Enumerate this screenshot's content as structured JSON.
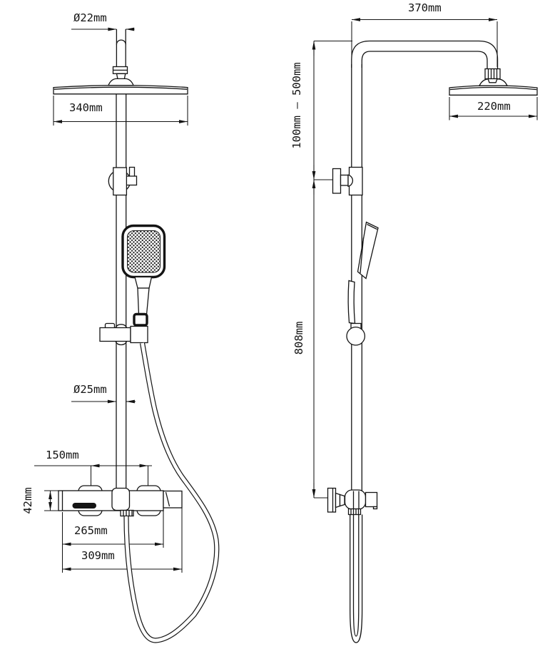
{
  "front_view": {
    "pipe_diameter": "Ø22mm",
    "head_width": "340mm",
    "riser_diameter": "Ø25mm",
    "inlet_spacing": "150mm",
    "valve_height": "42mm",
    "valve_body_width": "265mm",
    "valve_overall_width": "309mm"
  },
  "side_view": {
    "arm_reach": "370mm",
    "head_depth": "220mm",
    "riser_adjust_range": "100mm — 500mm",
    "column_height": "808mm"
  }
}
